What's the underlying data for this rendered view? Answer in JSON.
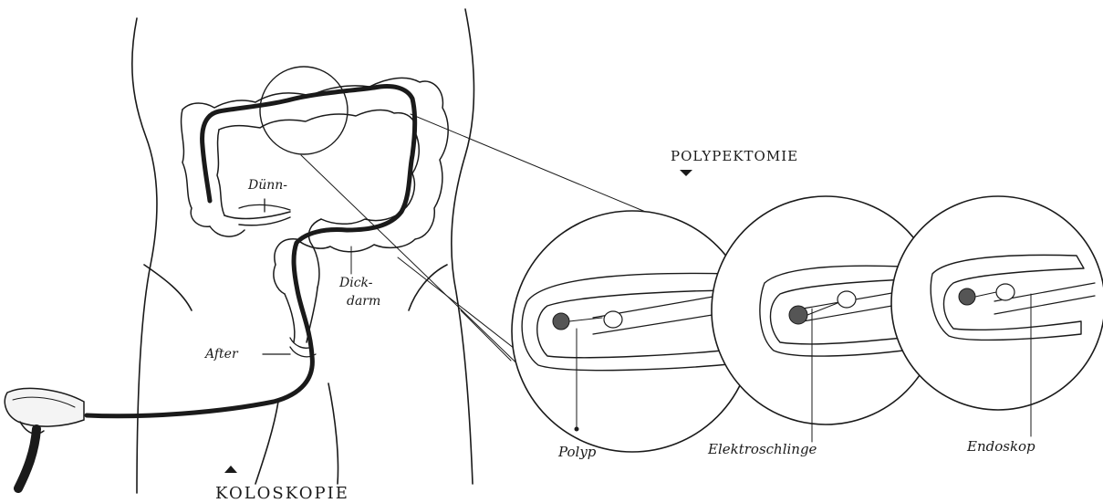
{
  "labels": {
    "duenn": "Dünn-",
    "dick_line1": "Dick-",
    "dick_line2": "darm",
    "after": "After",
    "polypektomie": "POLYPEKTOMIE",
    "koloskopie": "KOLOSKOPIE",
    "polyp": "Polyp",
    "elektroschlinge": "Elektroschlinge",
    "endoskop": "Endoskop"
  },
  "colors": {
    "ink": "#1a1a1a",
    "paper": "#ffffff"
  }
}
